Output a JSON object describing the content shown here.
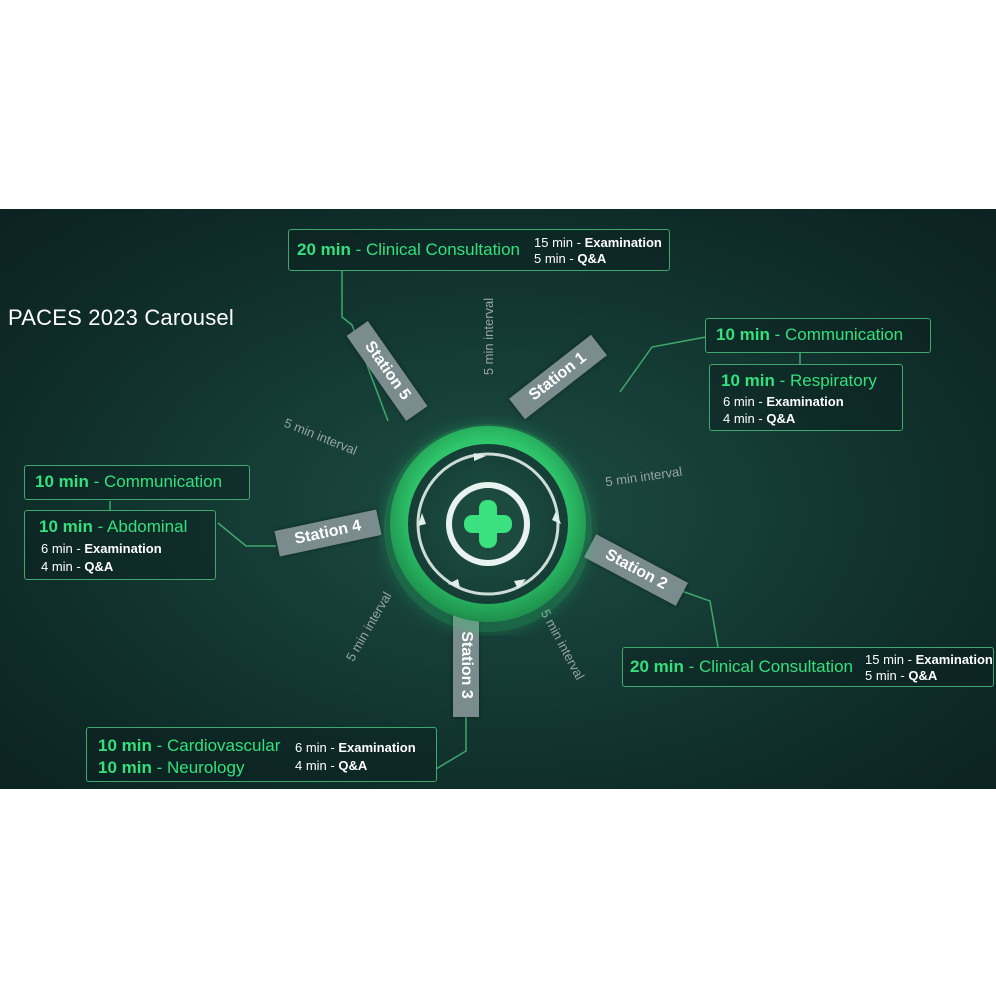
{
  "title": "PACES 2023 Carousel",
  "colors": {
    "accent": "#34e07c",
    "background": "#0f2d29",
    "station_tab": "#7a8c8e",
    "line": "#3fa86c"
  },
  "hub_icon": "medical-cross-icon",
  "stations": [
    {
      "label": "Station 1"
    },
    {
      "label": "Station 2"
    },
    {
      "label": "Station 3"
    },
    {
      "label": "Station 4"
    },
    {
      "label": "Station 5"
    }
  ],
  "intervals": [
    "5 min interval",
    "5 min interval",
    "5 min interval",
    "5 min interval",
    "5 min interval"
  ],
  "station1": {
    "communication": {
      "time": "10 min",
      "sep": " - ",
      "name": "Communication"
    },
    "respiratory": {
      "time": "10 min",
      "sep": " - ",
      "name": "Respiratory"
    },
    "exam": {
      "time": "6 min - ",
      "label": "Examination"
    },
    "qa": {
      "time": "4 min - ",
      "label": "Q&A"
    }
  },
  "station2": {
    "main": {
      "time": "20 min",
      "sep": " - ",
      "name": "Clinical Consultation"
    },
    "exam": {
      "time": "15 min - ",
      "label": "Examination"
    },
    "qa": {
      "time": "5 min - ",
      "label": "Q&A"
    }
  },
  "station3": {
    "cardio": {
      "time": "10 min",
      "sep": " - ",
      "name": "Cardiovascular"
    },
    "neuro": {
      "time": "10 min",
      "sep": " - ",
      "name": "Neurology"
    },
    "exam": {
      "time": "6 min - ",
      "label": "Examination"
    },
    "qa": {
      "time": "4 min - ",
      "label": "Q&A"
    }
  },
  "station4": {
    "communication": {
      "time": "10 min",
      "sep": " - ",
      "name": "Communication"
    },
    "abdominal": {
      "time": "10 min",
      "sep": " - ",
      "name": "Abdominal"
    },
    "exam": {
      "time": "6 min - ",
      "label": "Examination"
    },
    "qa": {
      "time": "4 min - ",
      "label": "Q&A"
    }
  },
  "station5": {
    "main": {
      "time": "20 min",
      "sep": " - ",
      "name": "Clinical Consultation"
    },
    "exam": {
      "time": "15 min - ",
      "label": "Examination"
    },
    "qa": {
      "time": "5 min - ",
      "label": "Q&A"
    }
  }
}
